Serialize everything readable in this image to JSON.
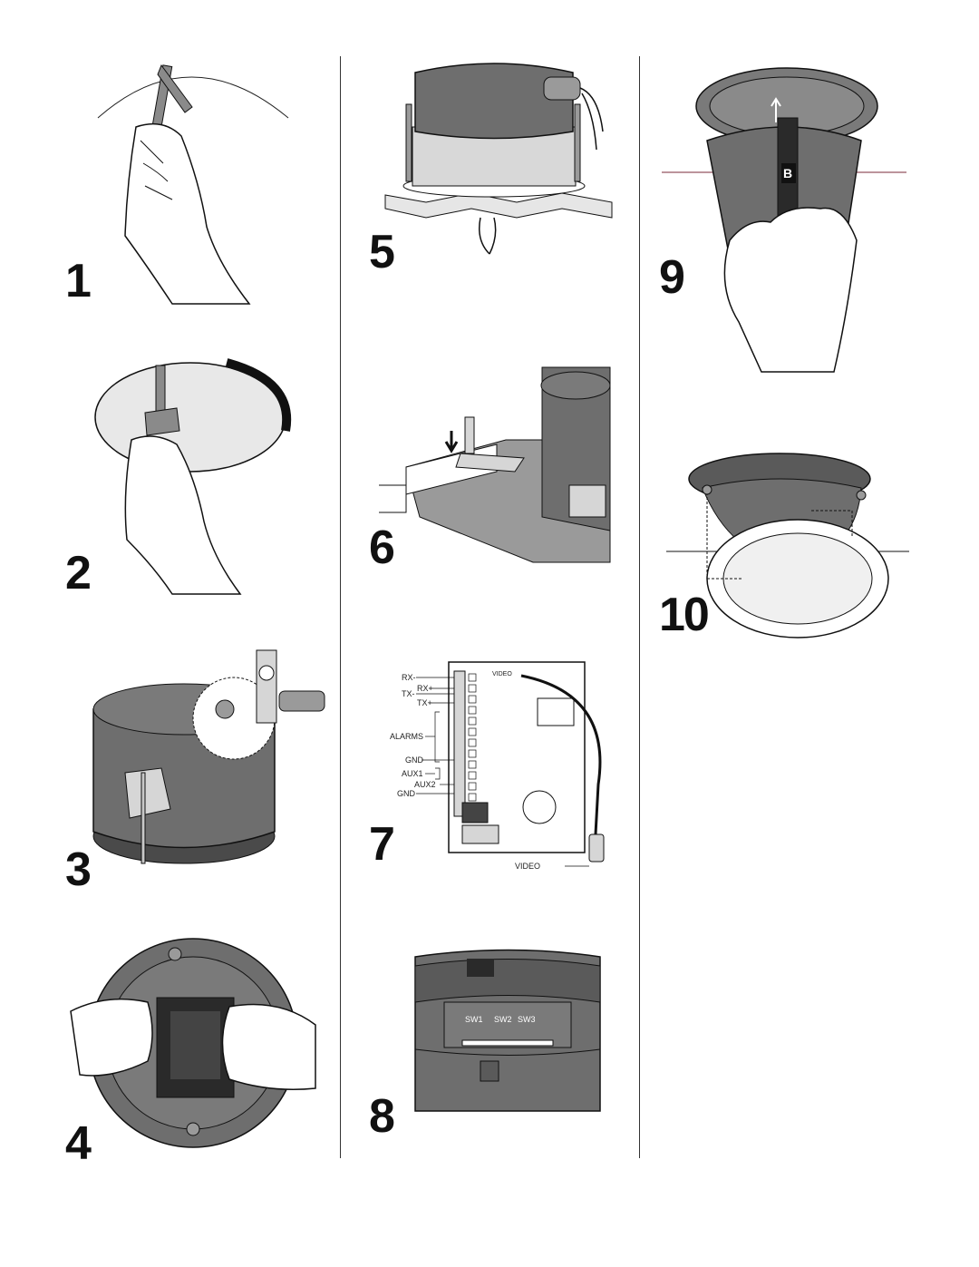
{
  "steps": [
    {
      "number": "1"
    },
    {
      "number": "2"
    },
    {
      "number": "3"
    },
    {
      "number": "4"
    },
    {
      "number": "5"
    },
    {
      "number": "6"
    },
    {
      "number": "7"
    },
    {
      "number": "8"
    },
    {
      "number": "9"
    },
    {
      "number": "10"
    }
  ],
  "step7_labels": {
    "rx_minus": "RX-",
    "rx_plus": "RX+",
    "tx_minus": "TX-",
    "tx_plus": "TX+",
    "alarms": "ALARMS",
    "gnd1": "GND",
    "aux1": "AUX1",
    "aux2": "AUX2",
    "gnd2": "GND",
    "video_board": "VIDEO",
    "video_cable": "VIDEO"
  },
  "step8_labels": {
    "sw1": "SW1",
    "sw2": "SW2",
    "sw3": "SW3"
  },
  "step9_labels": {
    "b": "B"
  },
  "colors": {
    "ink": "#111111",
    "dark_gray": "#6e6e6e",
    "mid_gray": "#9a9a9a",
    "light_gray": "#d6d6d6",
    "maroon": "#7a2a3a"
  }
}
